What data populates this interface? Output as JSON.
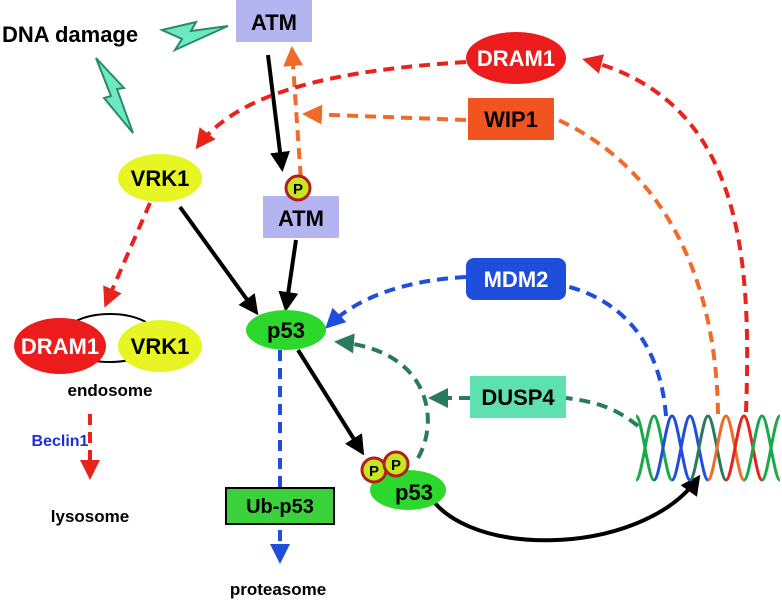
{
  "labels": {
    "dna_damage": "DNA damage",
    "atm": "ATM",
    "atm_p": "ATM",
    "p_glyph": "P",
    "vrk1": "VRK1",
    "dram1_top": "DRAM1",
    "wip1": "WIP1",
    "mdm2": "MDM2",
    "dusp4": "DUSP4",
    "p53": "p53",
    "p53_pp": "p53",
    "dram1_complex": "DRAM1",
    "vrk1_complex": "VRK1",
    "endosome": "endosome",
    "beclin1": "Beclin1",
    "lysosome": "lysosome",
    "ub_p53": "Ub-p53",
    "proteasome": "proteasome"
  },
  "icons": [
    "lightning-bolt-icon",
    "dna-helix-icon",
    "phospho-icon"
  ],
  "colors": {
    "red": "#e8231b",
    "orange": "#f06a2a",
    "blue": "#1f4ddc",
    "teal": "#2a7a5e",
    "black": "#000000",
    "atm_box": "#b4b4f0",
    "vrk1_fill": "#e8f524",
    "p53_fill": "#2bd82b",
    "ub_box": "#3bd13b",
    "dusp4_box": "#5ee0b0",
    "wip1_box": "#f2541f",
    "mdm2_box": "#1f4ddc",
    "dram1_fill": "#ec1c1c",
    "bolt_fill": "#6ee8c0",
    "phospho_fill": "#c8e61e",
    "phospho_stroke": "#b01e1e",
    "beclin_text": "#1a2ee0"
  }
}
